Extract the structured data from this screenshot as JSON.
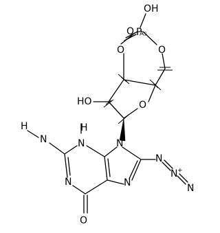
{
  "molecule": {
    "atoms": {
      "OH_top": "OH",
      "P": "P",
      "AsP_overlay": "As",
      "O_double": "O",
      "O_left": "O",
      "O_right": "O",
      "HO_sugar": "HO",
      "O_ring": "O",
      "N9": "N",
      "N3": "N",
      "H3": "H",
      "NH2": "H",
      "NH2_N": "N",
      "N1": "N",
      "N7": "N",
      "O6": "O",
      "N_azide1": "N",
      "N_azide2": "N",
      "N_azide3": "N",
      "charge_plus": "+",
      "charge_minus": "-"
    }
  }
}
